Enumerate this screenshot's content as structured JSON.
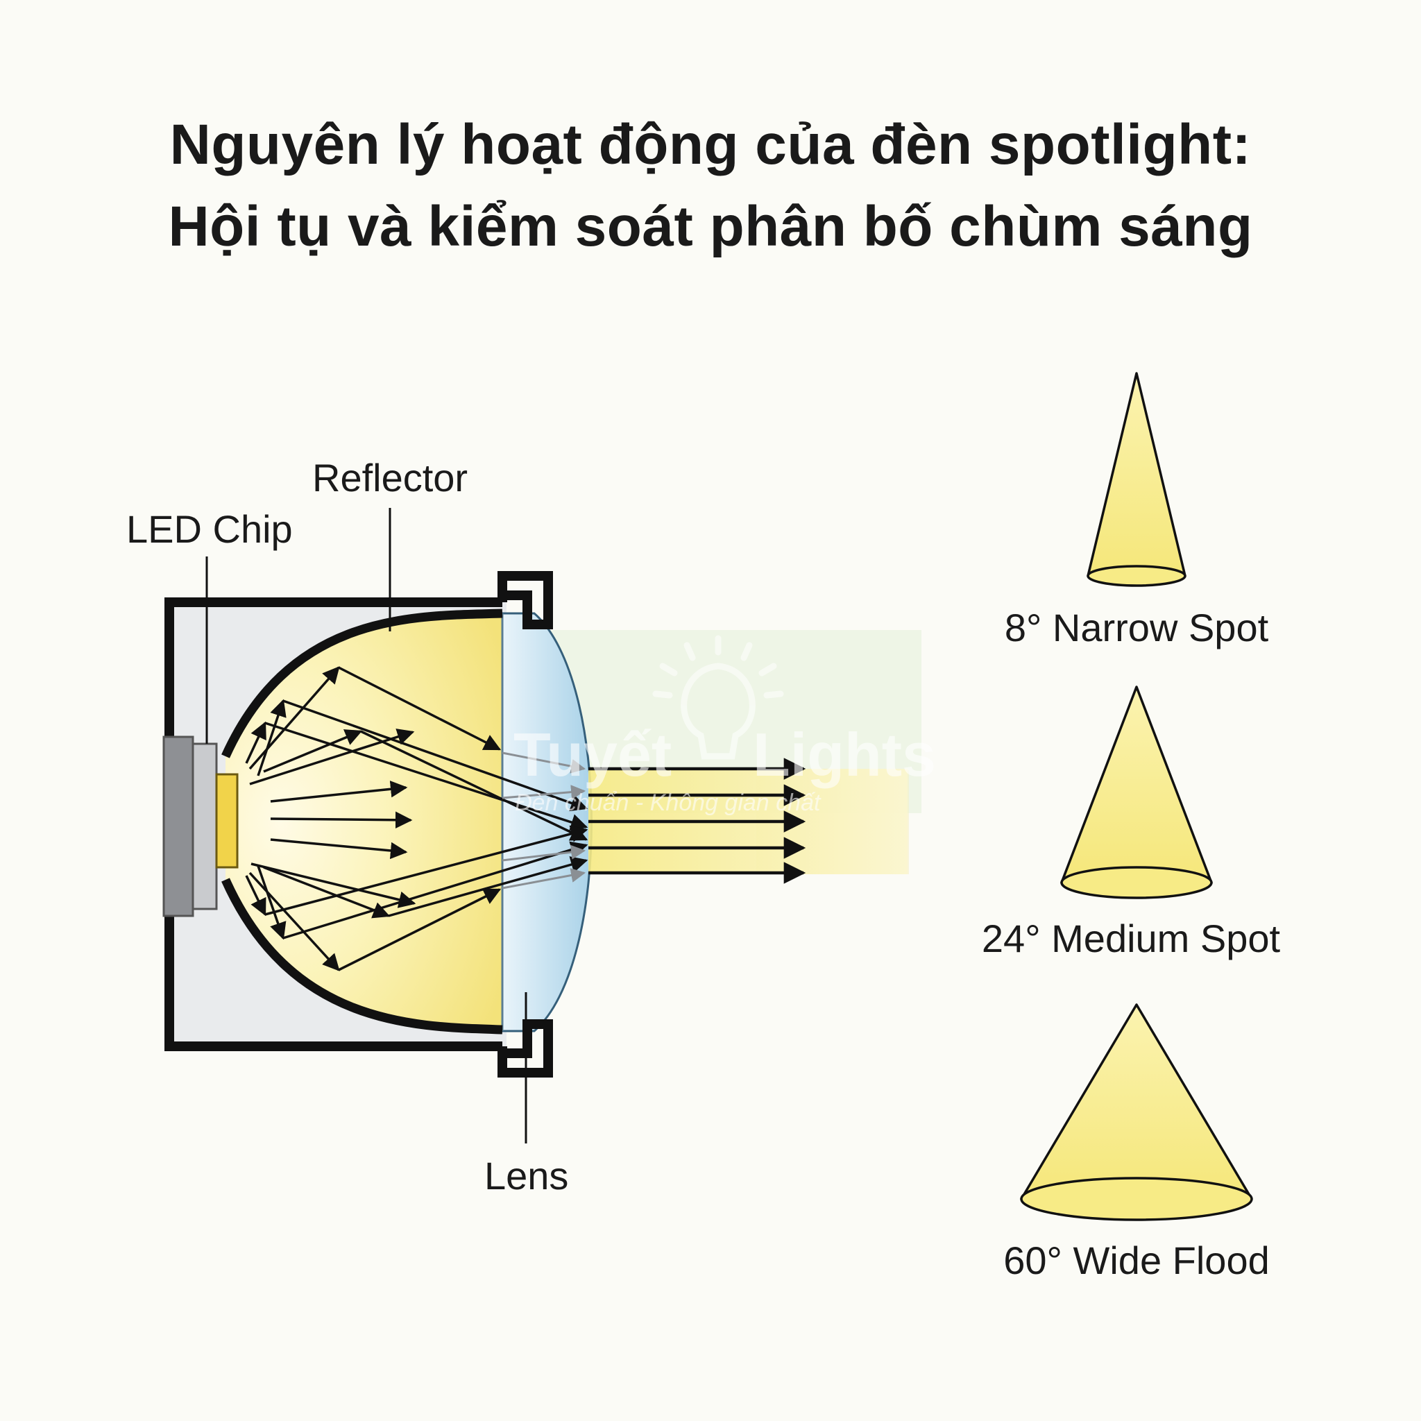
{
  "title": {
    "line1": "Nguyên lý hoạt động của đèn spotlight:",
    "line2": "Hội tụ và kiểm soát phân bố chùm sáng"
  },
  "labels": {
    "led_chip": "LED Chip",
    "reflector": "Reflector",
    "lens": "Lens"
  },
  "beams": [
    {
      "angle": 8,
      "label": "8° Narrow Spot"
    },
    {
      "angle": 24,
      "label": "24° Medium Spot"
    },
    {
      "angle": 60,
      "label": "60° Wide Flood"
    }
  ],
  "watermark": {
    "brand_left": "Tuyết",
    "brand_right": "Lights",
    "tagline": "Đèn chuẩn - Không gian chất"
  },
  "colors": {
    "light_yellow": "#f7ef9c",
    "cone_yellow": "#f8ee8a",
    "lens_blue": "#c6e4f2",
    "housing": "#111111",
    "chip": "#f1d34a"
  }
}
